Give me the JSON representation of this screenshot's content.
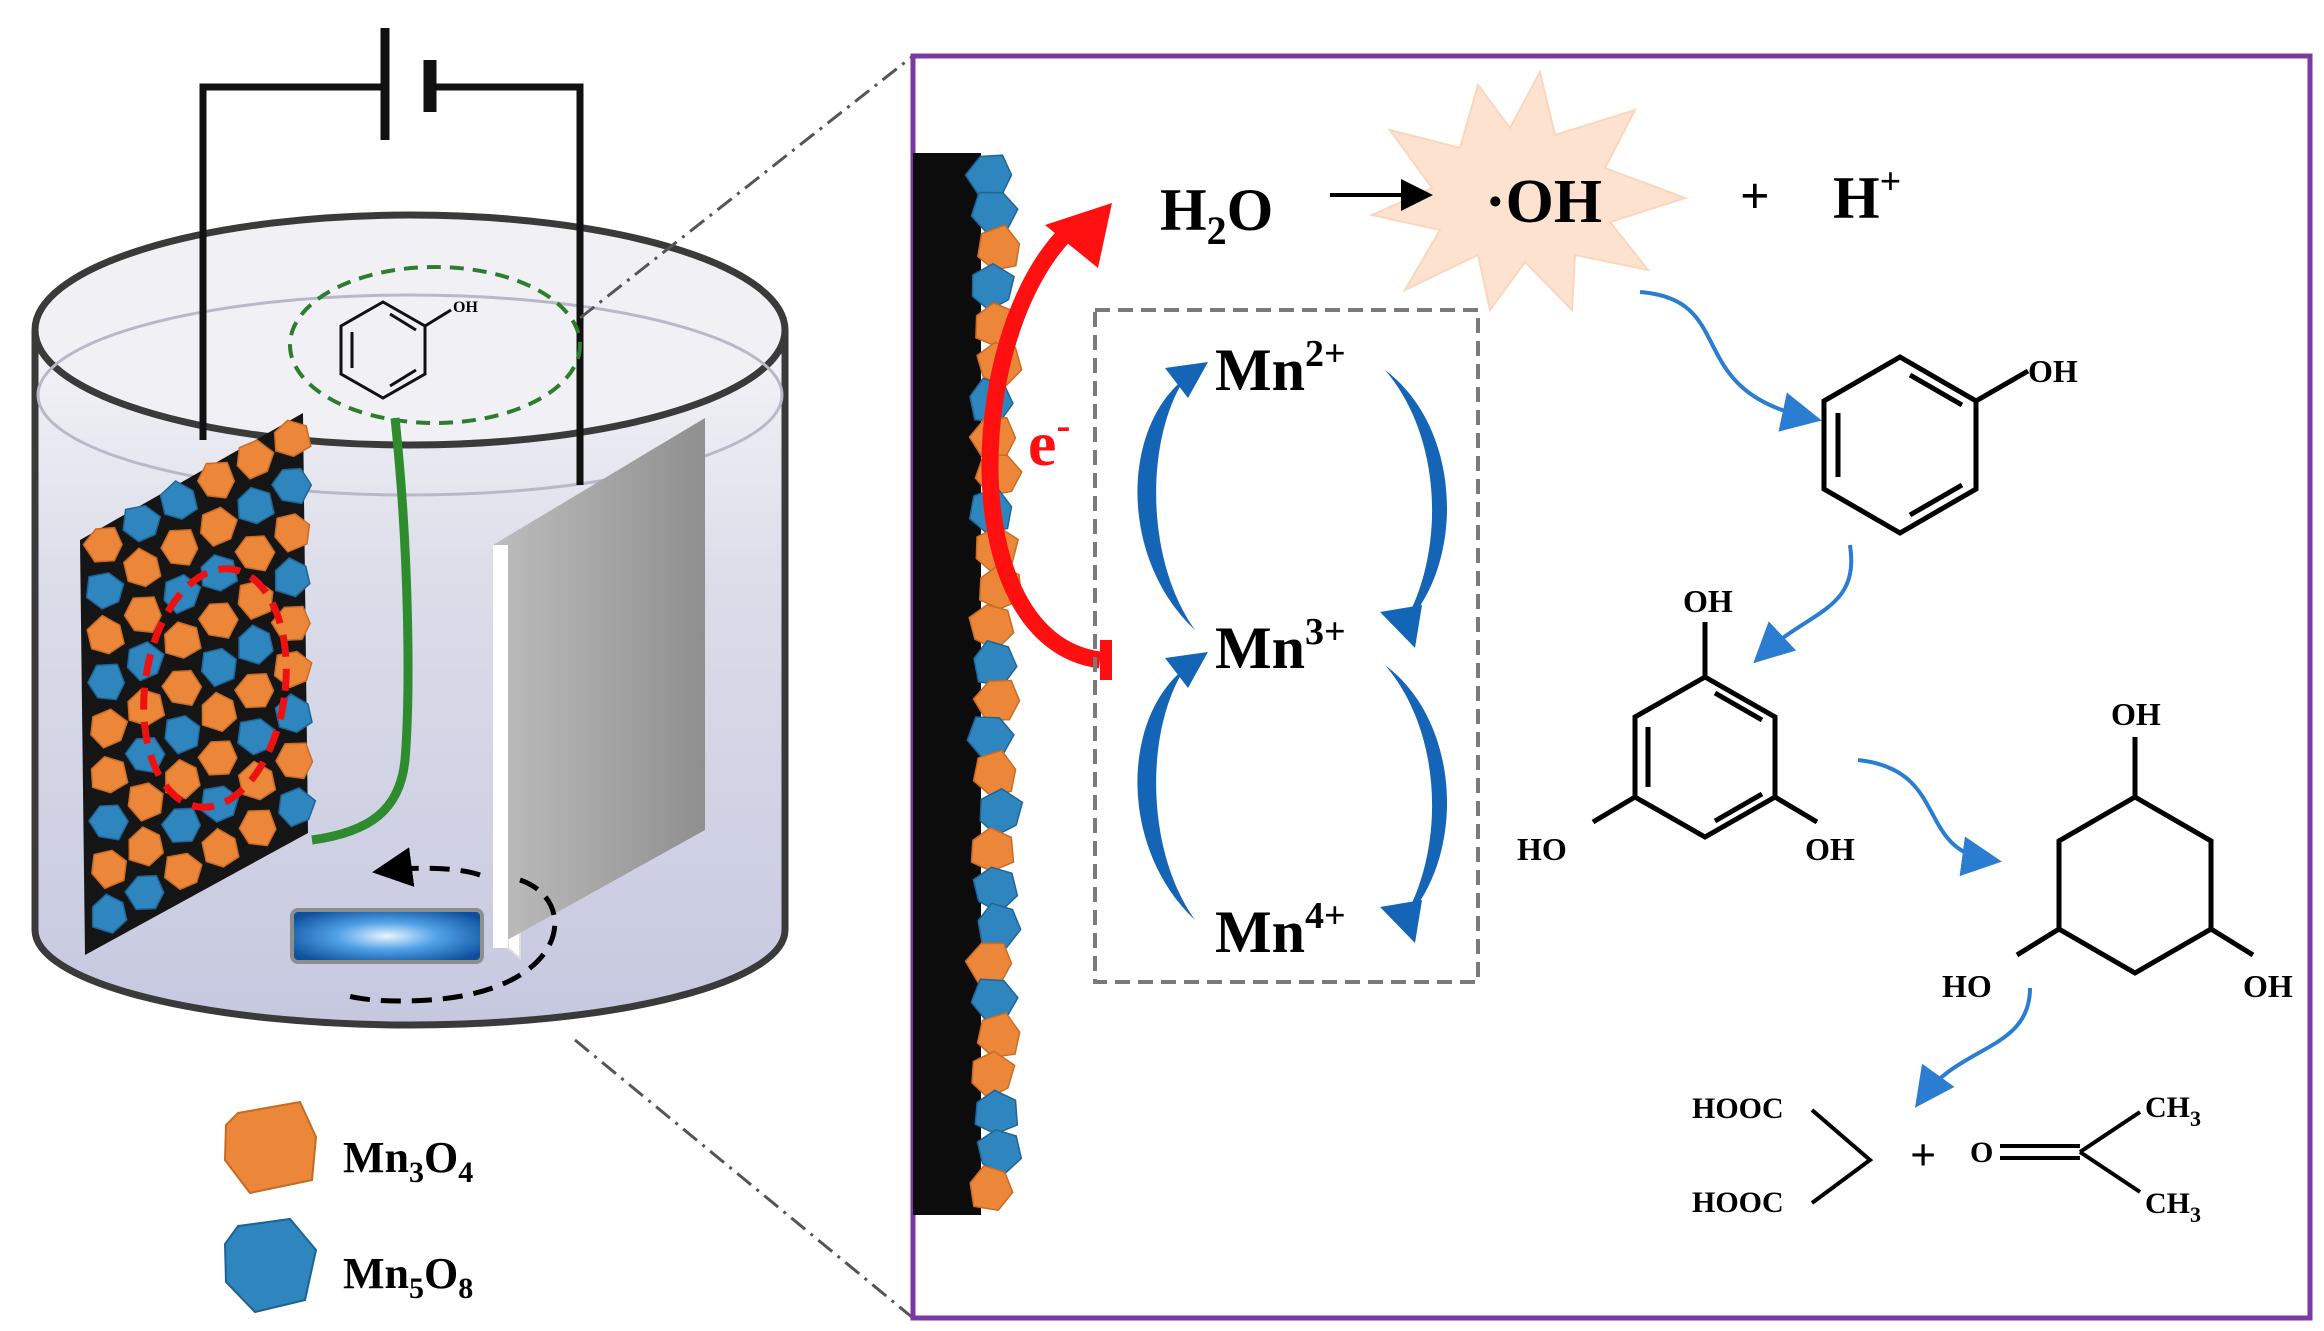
{
  "colors": {
    "mn3o4": "#ec8638",
    "mn5o8": "#2f85bd",
    "zoom_frame": "#7b3aa1",
    "electron_arrow": "#ff1010",
    "redox_arrow": "#1565b7",
    "path_arrow": "#2a7dd0",
    "wire_green": "#2e8b2e",
    "plate_gray": "#a0a0a0",
    "burst": "#fde2d0"
  },
  "icons": {
    "phenol": "phenol-structure-icon",
    "stir_bar": "stir-bar-icon",
    "battery": "battery-icon"
  },
  "legend": {
    "mn3o4": {
      "base": "Mn",
      "sub1": "3",
      "mid": "O",
      "sub2": "4"
    },
    "mn5o8": {
      "base": "Mn",
      "sub1": "5",
      "mid": "O",
      "sub2": "8"
    }
  },
  "reaction": {
    "water": {
      "base": "H",
      "sub": "2",
      "tail": "O"
    },
    "radical": "·OH",
    "plus": "+",
    "proton": {
      "base": "H",
      "sup": "+"
    },
    "electron": {
      "base": "e",
      "sup": "-"
    }
  },
  "redox_cycle": [
    {
      "base": "Mn",
      "sup": "2+"
    },
    {
      "base": "Mn",
      "sup": "3+"
    },
    {
      "base": "Mn",
      "sup": "4+"
    }
  ],
  "labels": {
    "oh": "OH",
    "ho": "HO",
    "hooc": "HOOC",
    "ch3_base": "CH",
    "ch3_sub": "3",
    "carbonyl_o": "O",
    "plus": "+"
  }
}
